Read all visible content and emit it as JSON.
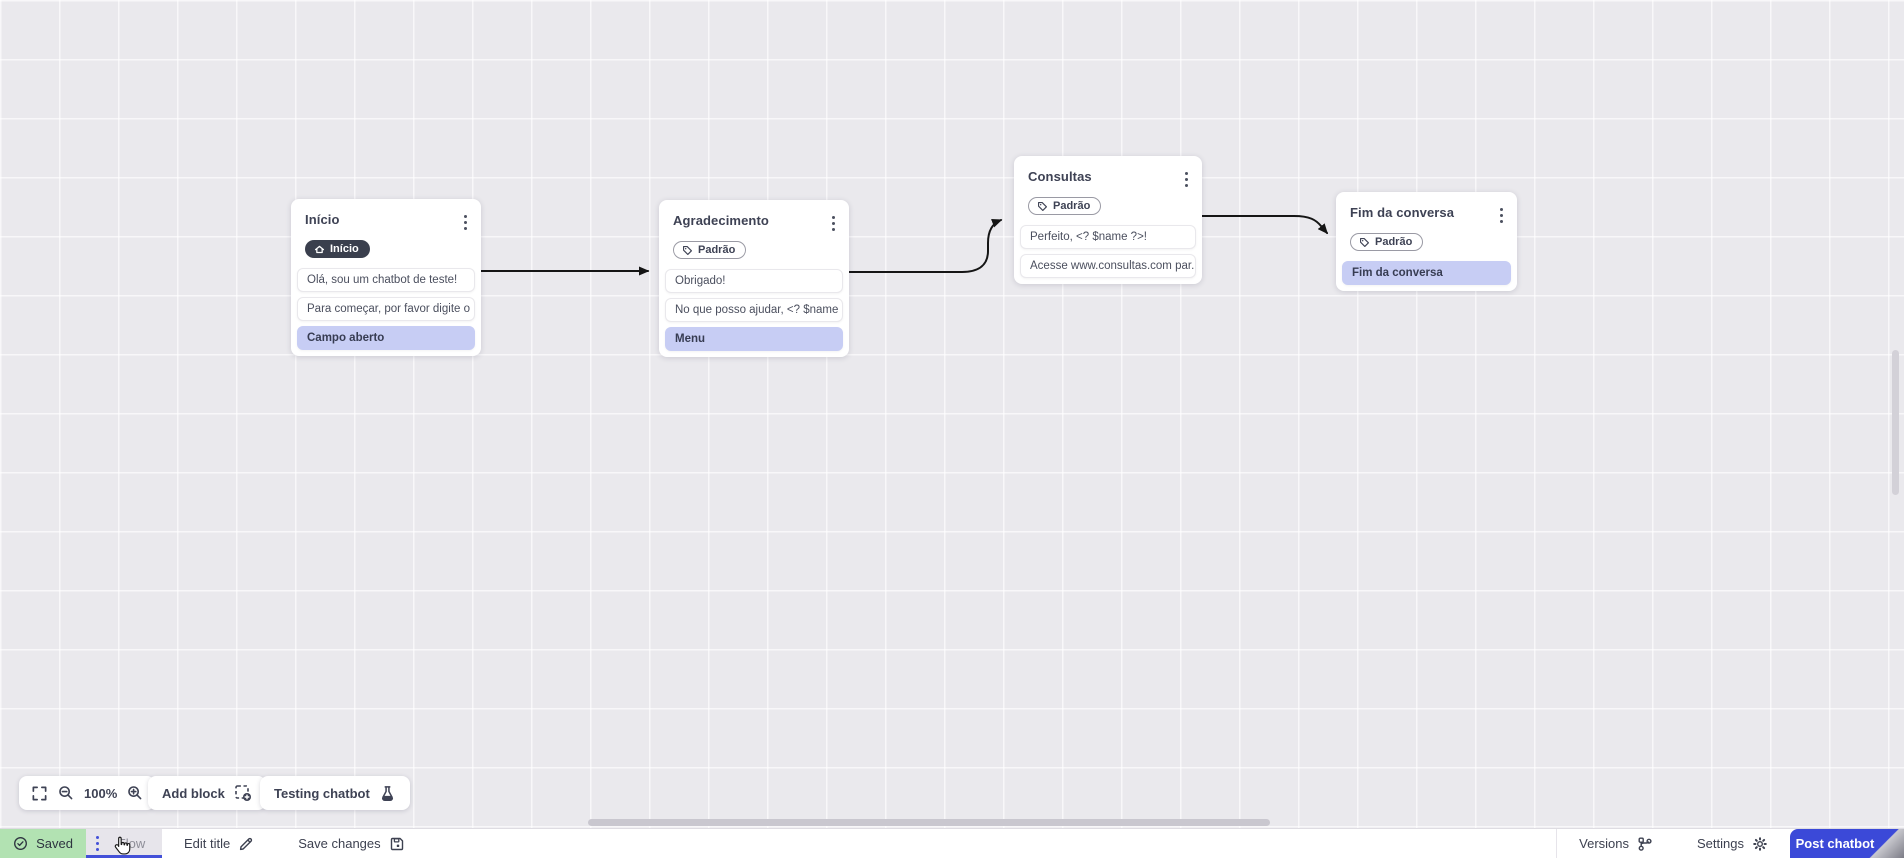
{
  "flow": {
    "nodes": [
      {
        "title": "Início",
        "badge": "Início",
        "rows": [
          "Olá, sou um chatbot de teste!",
          "Para começar, por favor digite o ...",
          "Campo aberto"
        ]
      },
      {
        "title": "Agradecimento",
        "badge": "Padrão",
        "rows": [
          "Obrigado!",
          "No que posso ajudar, <? $name ...",
          "Menu"
        ]
      },
      {
        "title": "Consultas",
        "badge": "Padrão",
        "rows": [
          "Perfeito, <? $name ?>!",
          "Acesse www.consultas.com par..."
        ]
      },
      {
        "title": "Fim da conversa",
        "badge": "Padrão",
        "rows": [
          "Fim da conversa"
        ]
      }
    ]
  },
  "canvas_toolbar": {
    "zoom_level": "100%",
    "add_block_label": "Add block",
    "testing_chatbot_label": "Testing chatbot"
  },
  "status_bar": {
    "saved_label": "Saved",
    "flow_tab_label": "Flow",
    "edit_title_label": "Edit title",
    "save_changes_label": "Save changes",
    "versions_label": "Versions",
    "settings_label": "Settings",
    "post_chatbot_label": "Post chatbot"
  },
  "icons": {
    "home": "home-icon",
    "tag": "tag-icon",
    "kebab": "kebab-menu-icon",
    "fit_screen": "fit-screen-icon",
    "zoom_out": "zoom-out-icon",
    "zoom_in": "zoom-in-icon",
    "add_block": "add-block-icon",
    "flask": "flask-icon",
    "check": "check-circle-icon",
    "pencil": "pencil-icon",
    "floppy": "floppy-icon",
    "branch": "git-branch-icon",
    "gear": "gear-icon",
    "upload": "upload-icon"
  },
  "colors": {
    "accent_blue": "#3b49d8",
    "flow_underline_blue": "#4350d8",
    "lavender_row": "#c7cdf4",
    "saved_green": "#b2e2b2",
    "dark_pill": "#3a3f4d",
    "arrow": "#151515",
    "canvas_bg": "#eae9ed"
  }
}
